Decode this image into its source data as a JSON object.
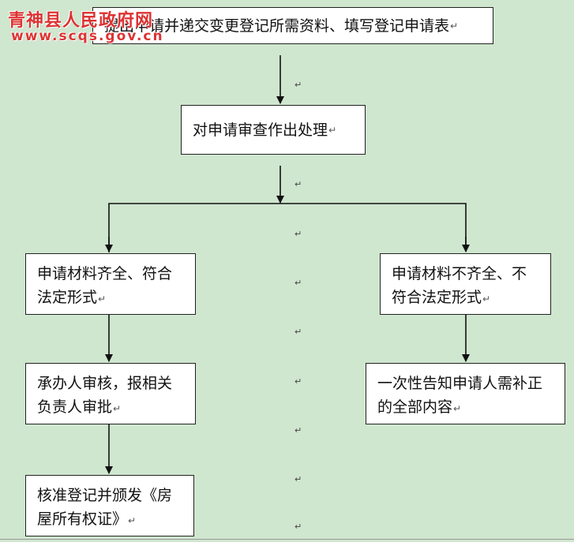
{
  "watermark": {
    "title": "青神县人民政府网",
    "url": "www.scqs.gov.cn",
    "color": "#d33333"
  },
  "colors": {
    "background": "#cfe6cf",
    "box_fill": "#ffffff",
    "line": "#111111"
  },
  "paragraph_mark": "↵",
  "steps": {
    "submit": "提出申请并递交变更登记所需资料、填写登记申请表",
    "review": "对申请审查作出处理",
    "complete": "申请材料齐全、符合法定形式",
    "incomplete": "申请材料不齐全、不符合法定形式",
    "approve": "承办人审核，报相关负责人审批",
    "notify": "一次性告知申请人需补正的全部内容",
    "issue": "核准登记并颁发《房屋所有权证》"
  }
}
